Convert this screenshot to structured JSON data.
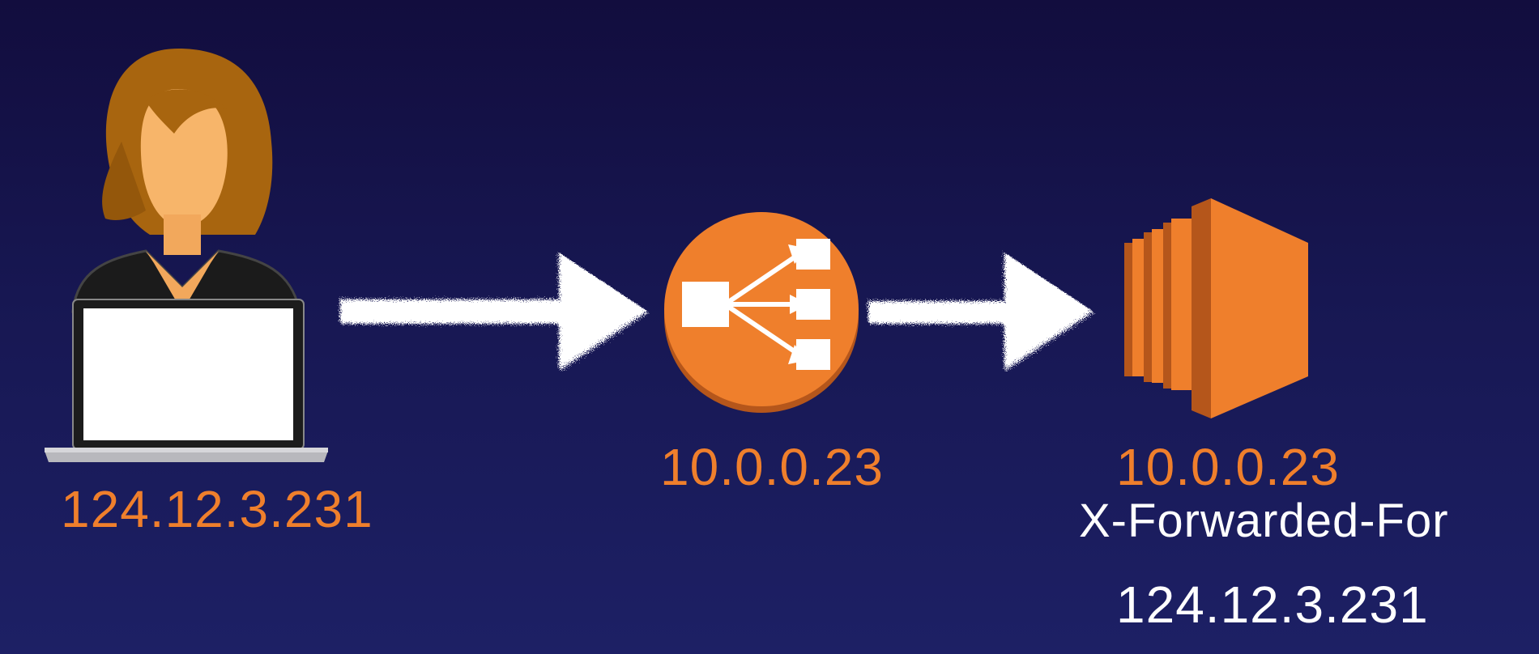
{
  "client": {
    "icon": "user-with-laptop-icon",
    "ip": "124.12.3.231"
  },
  "load_balancer": {
    "icon": "load-balancer-icon",
    "ip": "10.0.0.23"
  },
  "server": {
    "icon": "ec2-instance-icon",
    "ip": "10.0.0.23",
    "header_label": "X-Forwarded-For",
    "header_value": "124.12.3.231"
  },
  "arrows": [
    "client-to-load-balancer",
    "load-balancer-to-server"
  ],
  "colors": {
    "accent": "#ef7f2c",
    "text_light": "#ffffff",
    "background": "#171752"
  }
}
